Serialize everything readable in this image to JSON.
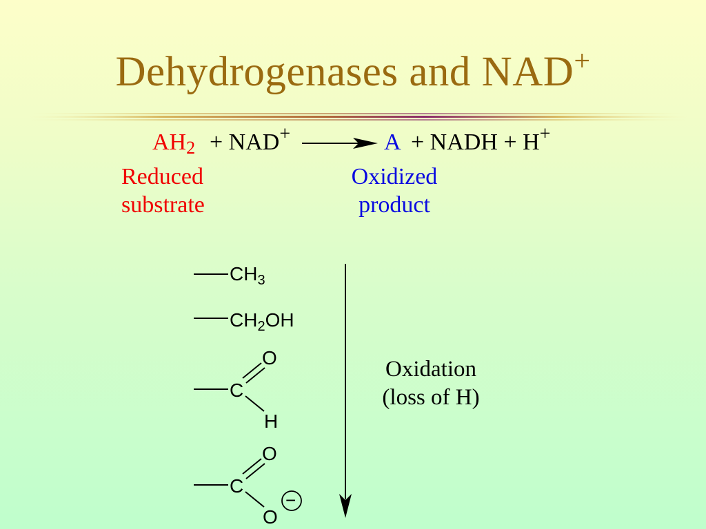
{
  "slide": {
    "title": "Dehydrogenases and NAD",
    "title_superscript": "+",
    "equation": {
      "reactant": "AH",
      "reactant_subscript": "2",
      "plus_nad": "+ NAD",
      "nad_charge": "+",
      "product": "A",
      "plus_nadh_h": "+ NADH + H",
      "h_charge": "+"
    },
    "reduced_label": {
      "line1": "Reduced",
      "line2": "substrate"
    },
    "oxidized_label": {
      "line1": "Oxidized",
      "line2": "product"
    },
    "oxidation_label": {
      "line1": "Oxidation",
      "line2": "(loss of H)"
    },
    "groups": {
      "methyl": {
        "atoms": "CH",
        "subscript": "3"
      },
      "alcohol": {
        "atoms_pre": "CH",
        "subscript": "2",
        "atoms_post": "OH"
      },
      "aldehyde": {
        "carbon": "C",
        "oxygen": "O",
        "hydrogen": "H"
      },
      "carboxylate": {
        "carbon": "C",
        "oxygen_top": "O",
        "oxygen_bottom": "O",
        "charge": "−"
      }
    },
    "colors": {
      "title": "#9a6a10",
      "reduced": "#f00000",
      "oxidized": "#0a0ae0"
    }
  }
}
